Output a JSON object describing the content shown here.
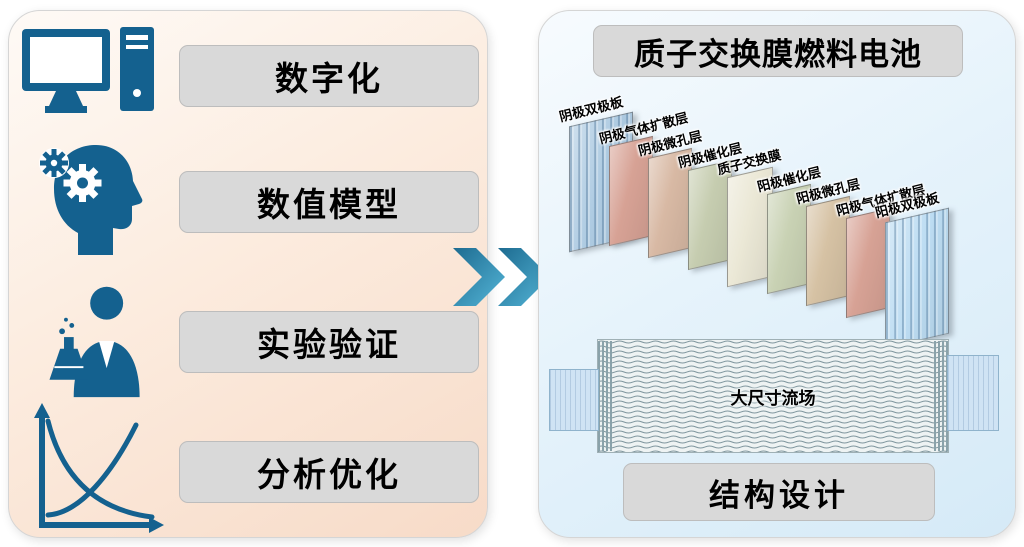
{
  "left_panel": {
    "steps": [
      {
        "label": "数字化",
        "icon": "computer-icon"
      },
      {
        "label": "数值模型",
        "icon": "head-gears-icon"
      },
      {
        "label": "实验验证",
        "icon": "scientist-flask-icon"
      },
      {
        "label": "分析优化",
        "icon": "curves-chart-icon"
      }
    ]
  },
  "arrow": {
    "icon": "double-chevron-right-icon",
    "color_start": "#1d6b90",
    "color_end": "#55b6d8"
  },
  "right_panel": {
    "title": "质子交换膜燃料电池",
    "stack_layers": [
      {
        "label": "阴极双极板",
        "type": "bipolar",
        "color": "#aecbe2"
      },
      {
        "label": "阴极气体扩散层",
        "type": "layer",
        "color": "#d7a295"
      },
      {
        "label": "阴极微孔层",
        "type": "layer",
        "color": "#d8b9a4"
      },
      {
        "label": "阴极催化层",
        "type": "layer",
        "color": "#c6cdb0"
      },
      {
        "label": "质子交换膜",
        "type": "membrane",
        "color": "#ebe8d6"
      },
      {
        "label": "阳极催化层",
        "type": "layer",
        "color": "#c9d2b4"
      },
      {
        "label": "阳极微孔层",
        "type": "layer",
        "color": "#d6c2a4"
      },
      {
        "label": "阳极气体扩散层",
        "type": "layer",
        "color": "#d7a295"
      },
      {
        "label": "阳极双极板",
        "type": "bipolar",
        "color": "#bcdcf2"
      }
    ],
    "flow_field": {
      "label": "大尺寸流场"
    },
    "bottom_label": "结构设计"
  }
}
